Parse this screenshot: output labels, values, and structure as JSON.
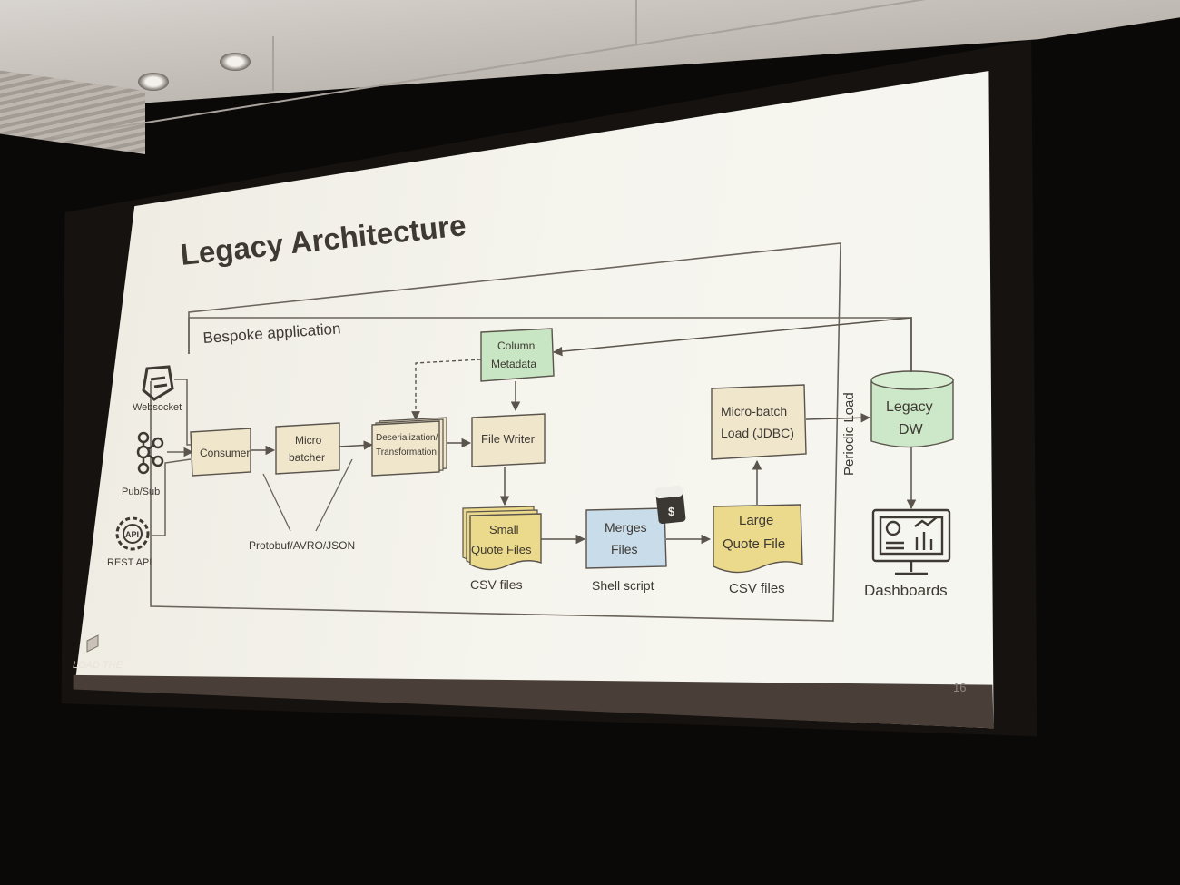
{
  "slide": {
    "title": "Legacy Architecture",
    "container_label": "Bespoke application",
    "page_number": "16",
    "footer_logo_text": "LOAD THE"
  },
  "sources": [
    {
      "label": "Websocket",
      "icon": "websocket-icon"
    },
    {
      "label": "Pub/Sub",
      "icon": "kafka-icon"
    },
    {
      "label": "REST API",
      "icon": "api-gear-icon"
    }
  ],
  "nodes": {
    "consumer": "Consumer",
    "micro_batcher": [
      "Micro",
      "batcher"
    ],
    "deserialization": [
      "Deserialization/",
      "Transformation"
    ],
    "column_metadata": [
      "Column",
      "Metadata"
    ],
    "file_writer": "File Writer",
    "small_quote_files": [
      "Small",
      "Quote Files"
    ],
    "merges_files": [
      "Merges",
      "Files"
    ],
    "large_quote_file": [
      "Large",
      "Quote File"
    ],
    "micro_batch_load": [
      "Micro-batch",
      "Load (JDBC)"
    ],
    "legacy_dw": [
      "Legacy",
      "DW"
    ]
  },
  "annotations": {
    "formats": "Protobuf/AVRO/JSON",
    "csv_small": "CSV files",
    "shell_script": "Shell script",
    "csv_large": "CSV files",
    "periodic_load": "Periodic Load",
    "dashboards": "Dashboards",
    "shell_icon_glyph": "$"
  },
  "colors": {
    "beige_box": "#efe6cc",
    "green_box": "#c8e6c3",
    "yellow_doc": "#ebd98c",
    "blue_box": "#c9dcea",
    "dw_green": "#cde8c8",
    "stroke": "#5a544c"
  }
}
